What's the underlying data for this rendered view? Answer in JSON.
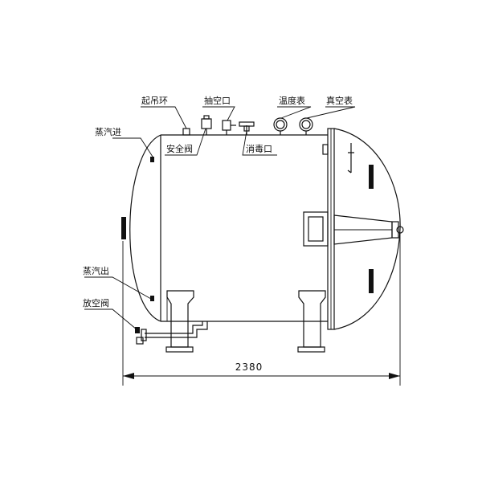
{
  "labels": {
    "lifting_ring": "起吊环",
    "vacuum_port": "抽空口",
    "thermometer": "温度表",
    "vacuum_gauge": "真空表",
    "steam_inlet": "蒸汽进",
    "safety_valve": "安全阀",
    "disinfection_port": "消毒口",
    "steam_outlet": "蒸汽出",
    "vent_valve": "放空阀"
  },
  "dimension": {
    "overall_length": "2380"
  },
  "colors": {
    "line": "#111111",
    "background": "#ffffff"
  }
}
